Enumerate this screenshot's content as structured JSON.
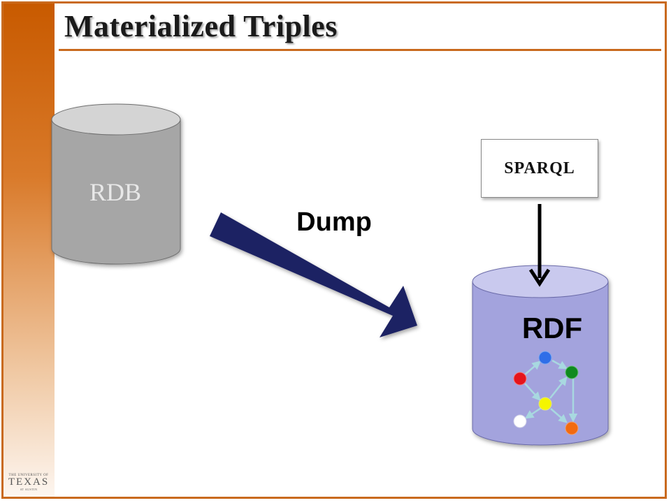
{
  "slide": {
    "title": "Materialized Triples",
    "frame_color": "#c96a1e"
  },
  "rdb": {
    "label": "RDB",
    "fill": "#a6a6a6",
    "top_fill": "#d4d4d4"
  },
  "dump": {
    "label": "Dump",
    "arrow_color": "#1f2163"
  },
  "sparql": {
    "label": "SPARQL"
  },
  "rdf": {
    "label": "RDF",
    "fill": "#a3a3dd",
    "top_fill": "#c9c9ee",
    "graph": {
      "edge_color": "#a8d8e0",
      "nodes": [
        {
          "id": "blue",
          "color": "#2f6ee8"
        },
        {
          "id": "red",
          "color": "#e5141b"
        },
        {
          "id": "green",
          "color": "#0f8a1f"
        },
        {
          "id": "yellow",
          "color": "#f5f500"
        },
        {
          "id": "white",
          "color": "#ffffff"
        },
        {
          "id": "orange",
          "color": "#f26a10"
        }
      ]
    }
  },
  "logo": {
    "line1": "THE UNIVERSITY OF",
    "line2": "TEXAS",
    "line3": "AT AUSTIN"
  }
}
